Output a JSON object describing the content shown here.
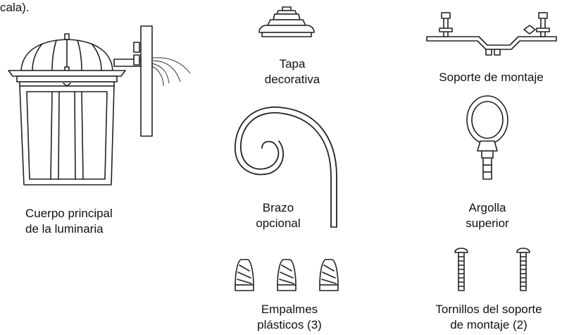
{
  "caption_fragment": "cala).",
  "parts": {
    "main_body": "Cuerpo principal\nde la luminaria",
    "decorative_cap": "Tapa\ndecorativa",
    "mounting_bracket": "Soporte de montaje",
    "optional_arm": "Brazo\nopcional",
    "top_ring": "Argolla\nsuperior",
    "wire_connectors": "Empalmes\nplásticos (3)",
    "bracket_screws": "Tornillos del soporte\nde montaje (2)"
  }
}
